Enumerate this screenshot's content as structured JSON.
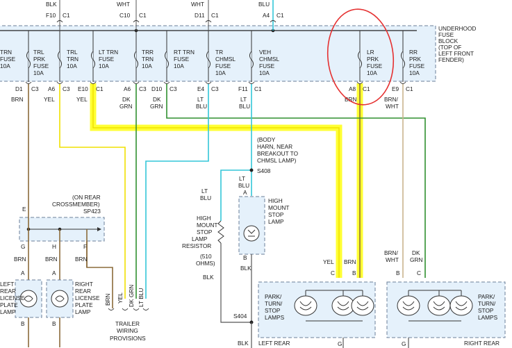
{
  "top_wires": {
    "f10": "F10",
    "c1_a": "C1",
    "blk_top": "BLK",
    "c10": "C10",
    "c1_b": "C1",
    "wht_a": "WHT",
    "d11": "D11",
    "c1_c": "C1",
    "wht_b": "WHT",
    "a4": "A4",
    "c1_d": "C1",
    "blu_top": "BLU"
  },
  "fuse_block": {
    "title": [
      "UNDERHOOD",
      "FUSE",
      "BLOCK",
      "(TOP OF",
      "LEFT FRONT",
      "FENDER)"
    ]
  },
  "fuses": [
    {
      "lines": [
        "TRN",
        "FUSE",
        "10A"
      ]
    },
    {
      "lines": [
        "TRL",
        "PRK",
        "FUSE",
        "10A"
      ]
    },
    {
      "lines": [
        "TRL",
        "TRN",
        "10A"
      ]
    },
    {
      "lines": [
        "LT TRN",
        "FUSE",
        "10A"
      ]
    },
    {
      "lines": [
        "TRR",
        "TRN",
        "10A"
      ]
    },
    {
      "lines": [
        "RT TRN",
        "FUSE",
        "10A"
      ]
    },
    {
      "lines": [
        "TR",
        "CHMSL",
        "FUSE",
        "10A"
      ]
    },
    {
      "lines": [
        "VEH",
        "CHMSL",
        "FUSE",
        "10A"
      ]
    },
    {
      "lines": [
        "LR",
        "PRK",
        "FUSE",
        "10A"
      ]
    },
    {
      "lines": [
        "RR",
        "PRK",
        "FUSE",
        "10A"
      ]
    }
  ],
  "bottom_pins": [
    {
      "pin": "D1",
      "conn": "C3",
      "color": [
        "BRN"
      ]
    },
    {
      "pin": "A6",
      "conn": "C3",
      "color": [
        "YEL"
      ]
    },
    {
      "pin": "E10",
      "conn": "C1",
      "color": [
        "YEL"
      ]
    },
    {
      "pin": "A6",
      "conn": "C3",
      "color": [
        "DK",
        "GRN"
      ]
    },
    {
      "pin": "D10",
      "conn": "C3",
      "color": [
        "DK",
        "GRN"
      ]
    },
    {
      "pin": "E4",
      "conn": "C3",
      "color": [
        "LT",
        "BLU"
      ]
    },
    {
      "pin": "F11",
      "conn": "C1",
      "color": [
        "LT",
        "BLU"
      ]
    },
    {
      "pin": "A8",
      "conn": "C1",
      "color": [
        "BRN"
      ]
    },
    {
      "pin": "E9",
      "conn": "C1",
      "color": [
        "BRN/",
        "WHT"
      ]
    }
  ],
  "splice_s408": {
    "note": [
      "(BODY",
      "HARN, NEAR",
      "BREAKOUT TO",
      "CHMSL LAMP)"
    ],
    "label": "S408"
  },
  "chmsl": {
    "wire_color": [
      "LT",
      "BLU"
    ],
    "pin_a": "A",
    "lamp": [
      "HIGH",
      "MOUNT",
      "STOP",
      "LAMP"
    ],
    "pin_b": "B",
    "wire_blk": "BLK"
  },
  "resistor": {
    "label": [
      "HIGH",
      "MOUNT",
      "STOP",
      "LAMP",
      "RESISTOR",
      "(510",
      "OHMS)"
    ],
    "wire": [
      "LT",
      "BLU"
    ],
    "wire_blk": "BLK"
  },
  "splice_s404": "S404",
  "blk_bottom": "BLK",
  "crossmember": {
    "note": [
      "(ON REAR",
      "CROSSMEMBER)"
    ],
    "label": "SP423",
    "pin_e": "E",
    "pins": [
      "G",
      "H",
      "F"
    ],
    "wires": [
      "BRN",
      "BRN",
      "BRN"
    ]
  },
  "license_lamps": {
    "left": {
      "pin_a": "A",
      "pin_b": "B",
      "lines": [
        "LEFT",
        "REAR",
        "LICENSE",
        "PLATE",
        "LAMP"
      ]
    },
    "right": {
      "pin_a": "A",
      "pin_b": "B",
      "lines": [
        "RIGHT",
        "REAR",
        "LICENSE",
        "PLATE",
        "LAMP"
      ]
    }
  },
  "trailer": {
    "wires": [
      "BRN",
      "YEL",
      "DK GRN",
      "LT BLU"
    ],
    "label": [
      "TRAILER",
      "WIRING",
      "PROVISIONS"
    ]
  },
  "left_rear": {
    "wires": [
      {
        "color": [
          "YEL"
        ],
        "pin": "C"
      },
      {
        "color": [
          "BRN"
        ],
        "pin": "B"
      }
    ],
    "lamp_label": [
      "PARK/",
      "TURN/",
      "STOP",
      "LAMPS"
    ],
    "ground_pin": "G",
    "title": "LEFT REAR"
  },
  "right_rear": {
    "wires": [
      {
        "color": [
          "BRN/",
          "WHT"
        ],
        "pin": "B"
      },
      {
        "color": [
          "DK",
          "GRN"
        ],
        "pin": "C"
      }
    ],
    "lamp_label": [
      "PARK/",
      "TURN/",
      "STOP",
      "LAMPS"
    ],
    "ground_pin": "G",
    "title": "RIGHT REAR"
  },
  "colors": {
    "yellow_highlight": "#ffff33",
    "yellow_wire": "#e8d800",
    "brown_wire": "#8b6b3a",
    "green_wire": "#2f8f2f",
    "blue_wire": "#33c6d8",
    "annotation_red": "#e53030",
    "box_fill": "#e5f1fb"
  }
}
